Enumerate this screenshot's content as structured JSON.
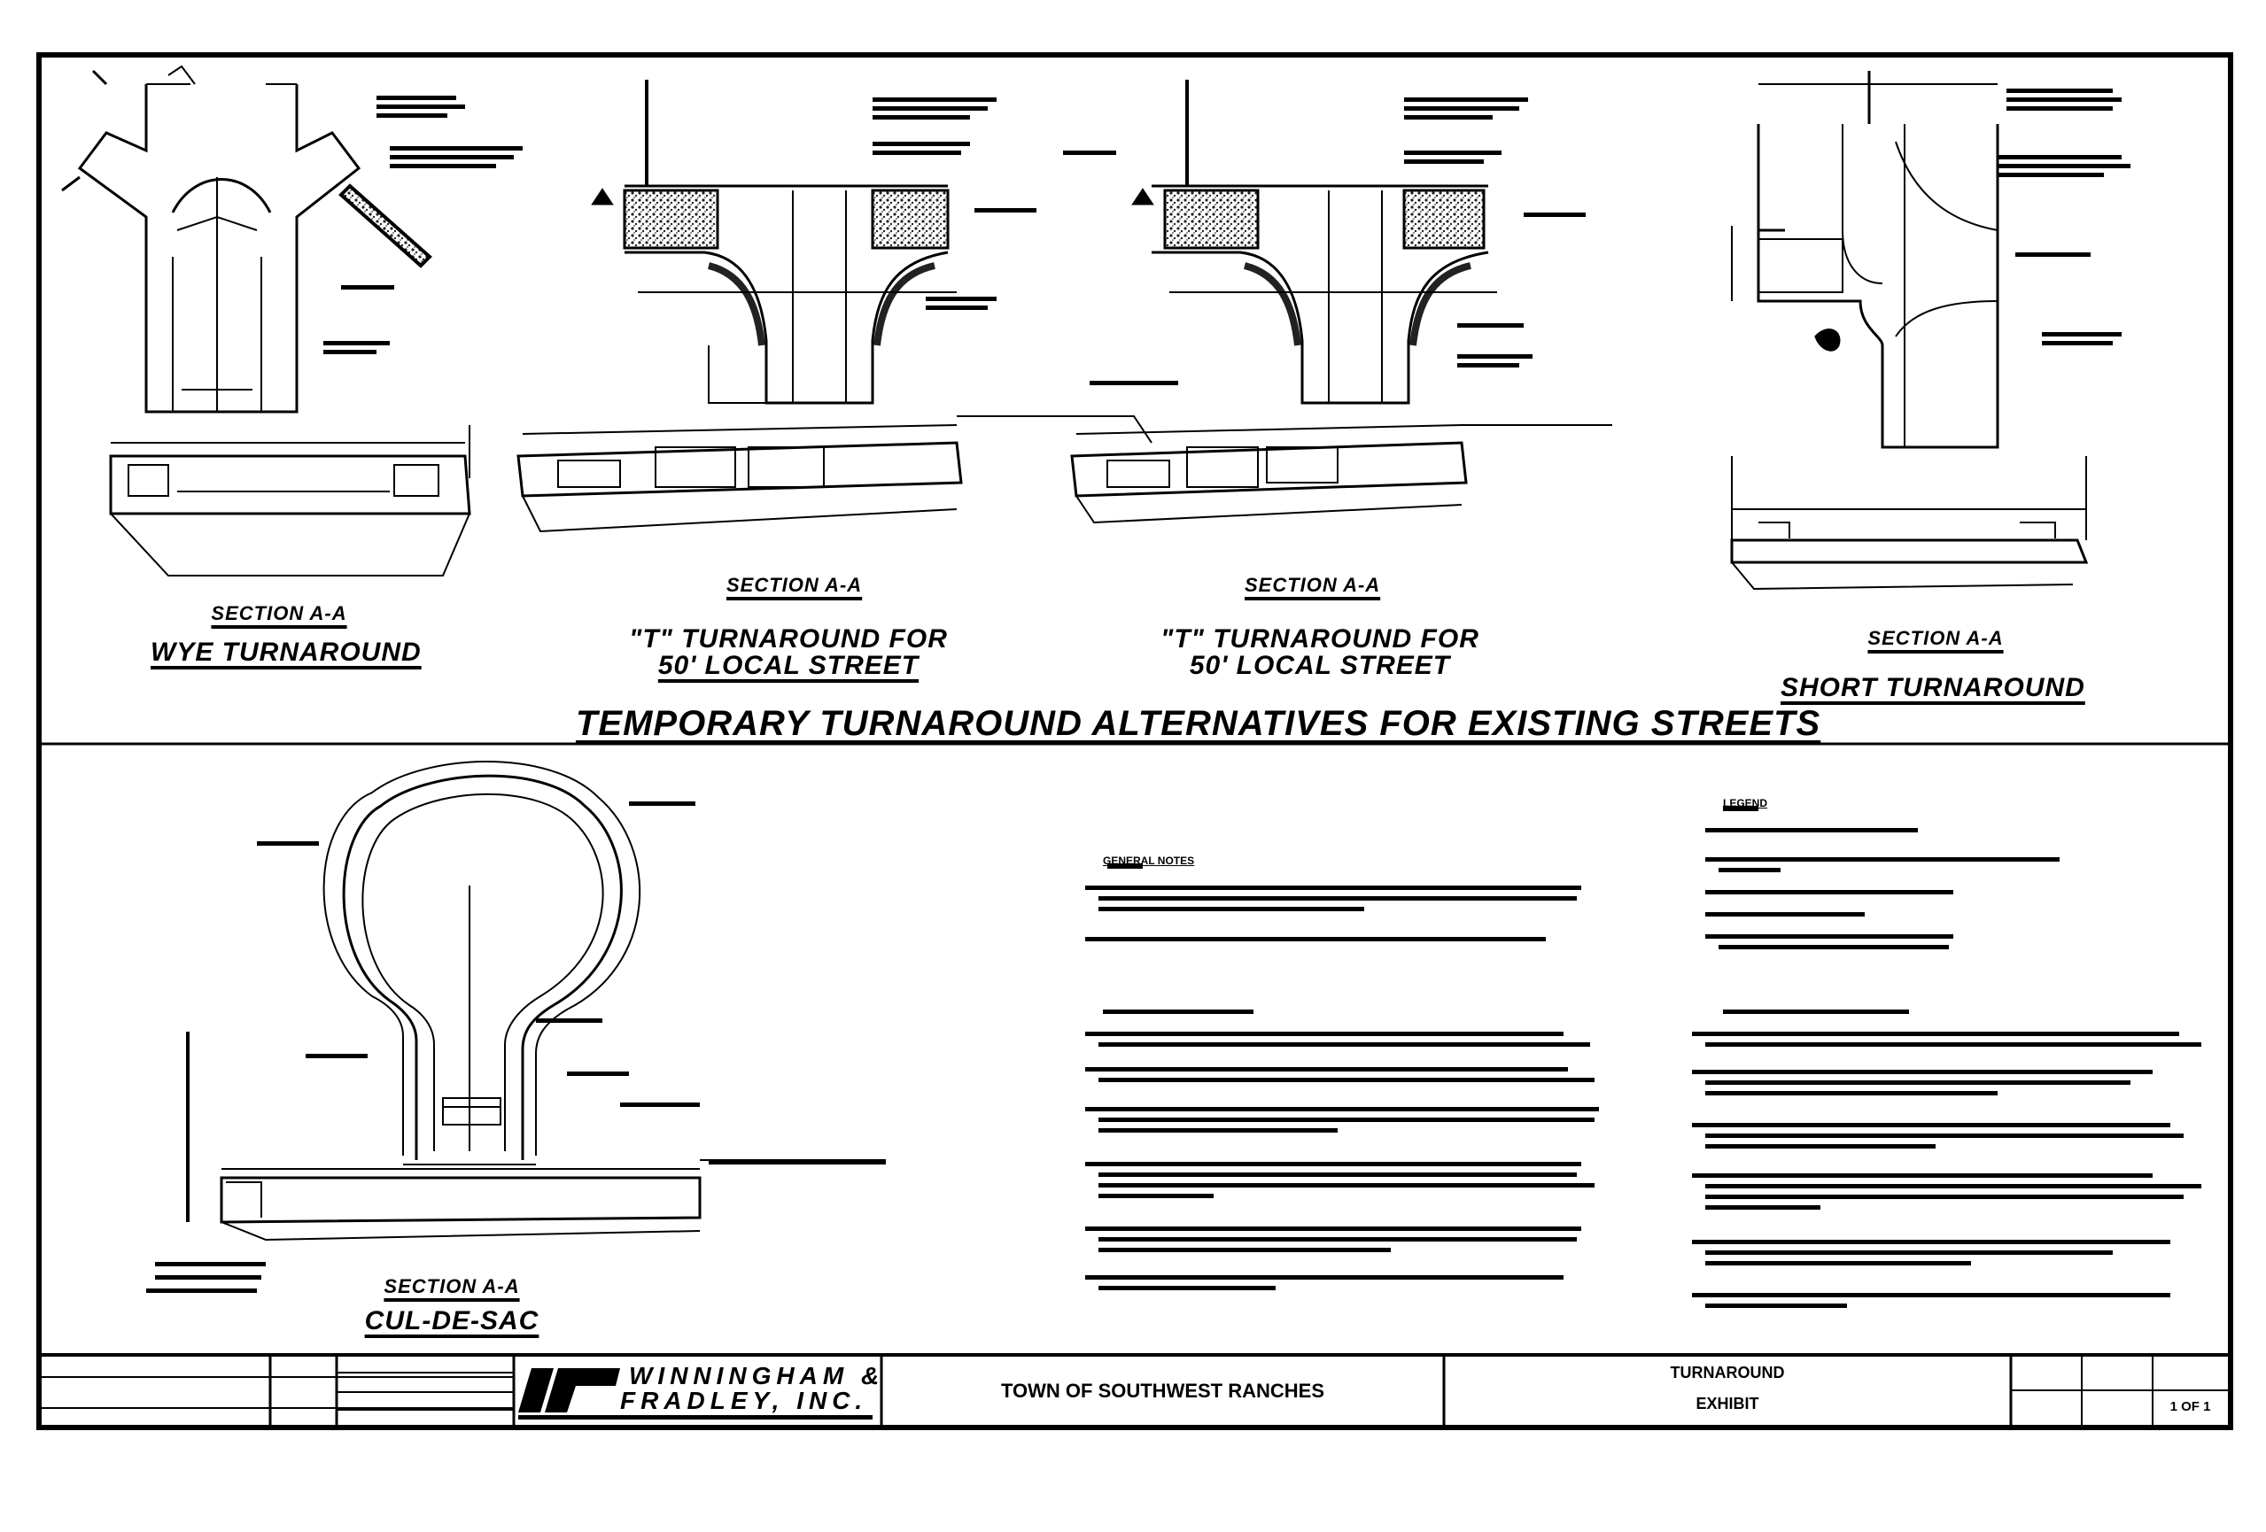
{
  "sheet": {
    "main_title": "TEMPORARY TURNAROUND ALTERNATIVES FOR EXISTING STREETS"
  },
  "details": {
    "wye": {
      "section_label": "SECTION A-A",
      "title": "WYE TURNAROUND"
    },
    "t1": {
      "section_label": "SECTION A-A",
      "title_line1": "\"T\" TURNAROUND FOR",
      "title_line2": "50' LOCAL STREET"
    },
    "t2": {
      "section_label": "SECTION A-A",
      "title_line1": "\"T\" TURNAROUND FOR",
      "title_line2": "50' LOCAL STREET"
    },
    "short": {
      "section_label": "SECTION A-A",
      "title": "SHORT TURNAROUND"
    },
    "culdesac": {
      "section_label": "SECTION A-A",
      "title": "CUL-DE-SAC"
    }
  },
  "notes": {
    "general_header": "GENERAL NOTES",
    "legend_header": "LEGEND"
  },
  "title_block": {
    "firm_line1": "WINNINGHAM &",
    "firm_line2": "FRADLEY, INC.",
    "client": "TOWN OF SOUTHWEST RANCHES",
    "drawing_title_line1": "TURNAROUND",
    "drawing_title_line2": "EXHIBIT",
    "sheet_number": "1 OF 1"
  },
  "colors": {
    "ink": "#000000",
    "paper": "#ffffff",
    "hatch": "#555555"
  }
}
